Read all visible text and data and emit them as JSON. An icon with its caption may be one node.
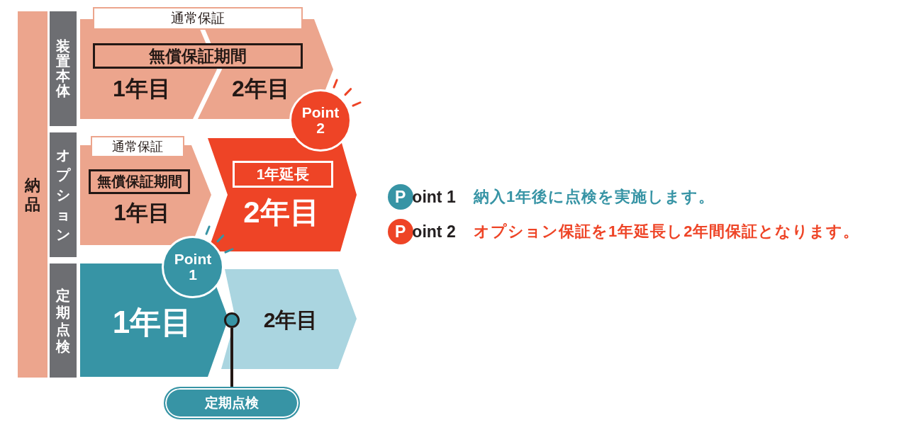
{
  "diagram": {
    "nodes": [
      {
        "text": [
          "納品"
        ]
      },
      {
        "text": [
          "装置本体"
        ]
      },
      {
        "text": [
          "通常保証"
        ]
      },
      {
        "text": [
          "無償保証期間"
        ]
      },
      {
        "text": [
          "1年目"
        ]
      },
      {
        "text": [
          "2年目"
        ]
      },
      {
        "text": [
          "オプション"
        ]
      },
      {
        "text": [
          "1年目"
        ]
      },
      {
        "text": [
          "通常保証"
        ]
      },
      {
        "text": [
          "無償保証期間"
        ],
        "in": 7
      },
      {
        "text": [
          "2年目"
        ]
      },
      {
        "text": [
          "1年延長"
        ],
        "in": 10
      },
      {
        "text": [
          "Point 2"
        ]
      },
      {
        "text": [
          "定期点検"
        ]
      },
      {
        "text": [
          "1年目"
        ]
      },
      {
        "text": [
          "2年目"
        ]
      },
      {
        "text": [
          "Point 1"
        ]
      },
      {
        "text": [],
        "shape": "circle"
      },
      {
        "text": [
          "定期点検"
        ]
      }
    ],
    "edges": [
      {
        "from": 18,
        "to": 17,
        "arrow": "none"
      }
    ],
    "labels": [
      "Point 1",
      "納入1年後に点検を実施します。",
      "Point 2",
      "オプション保証を1年延長し2年間保証となります。"
    ]
  }
}
